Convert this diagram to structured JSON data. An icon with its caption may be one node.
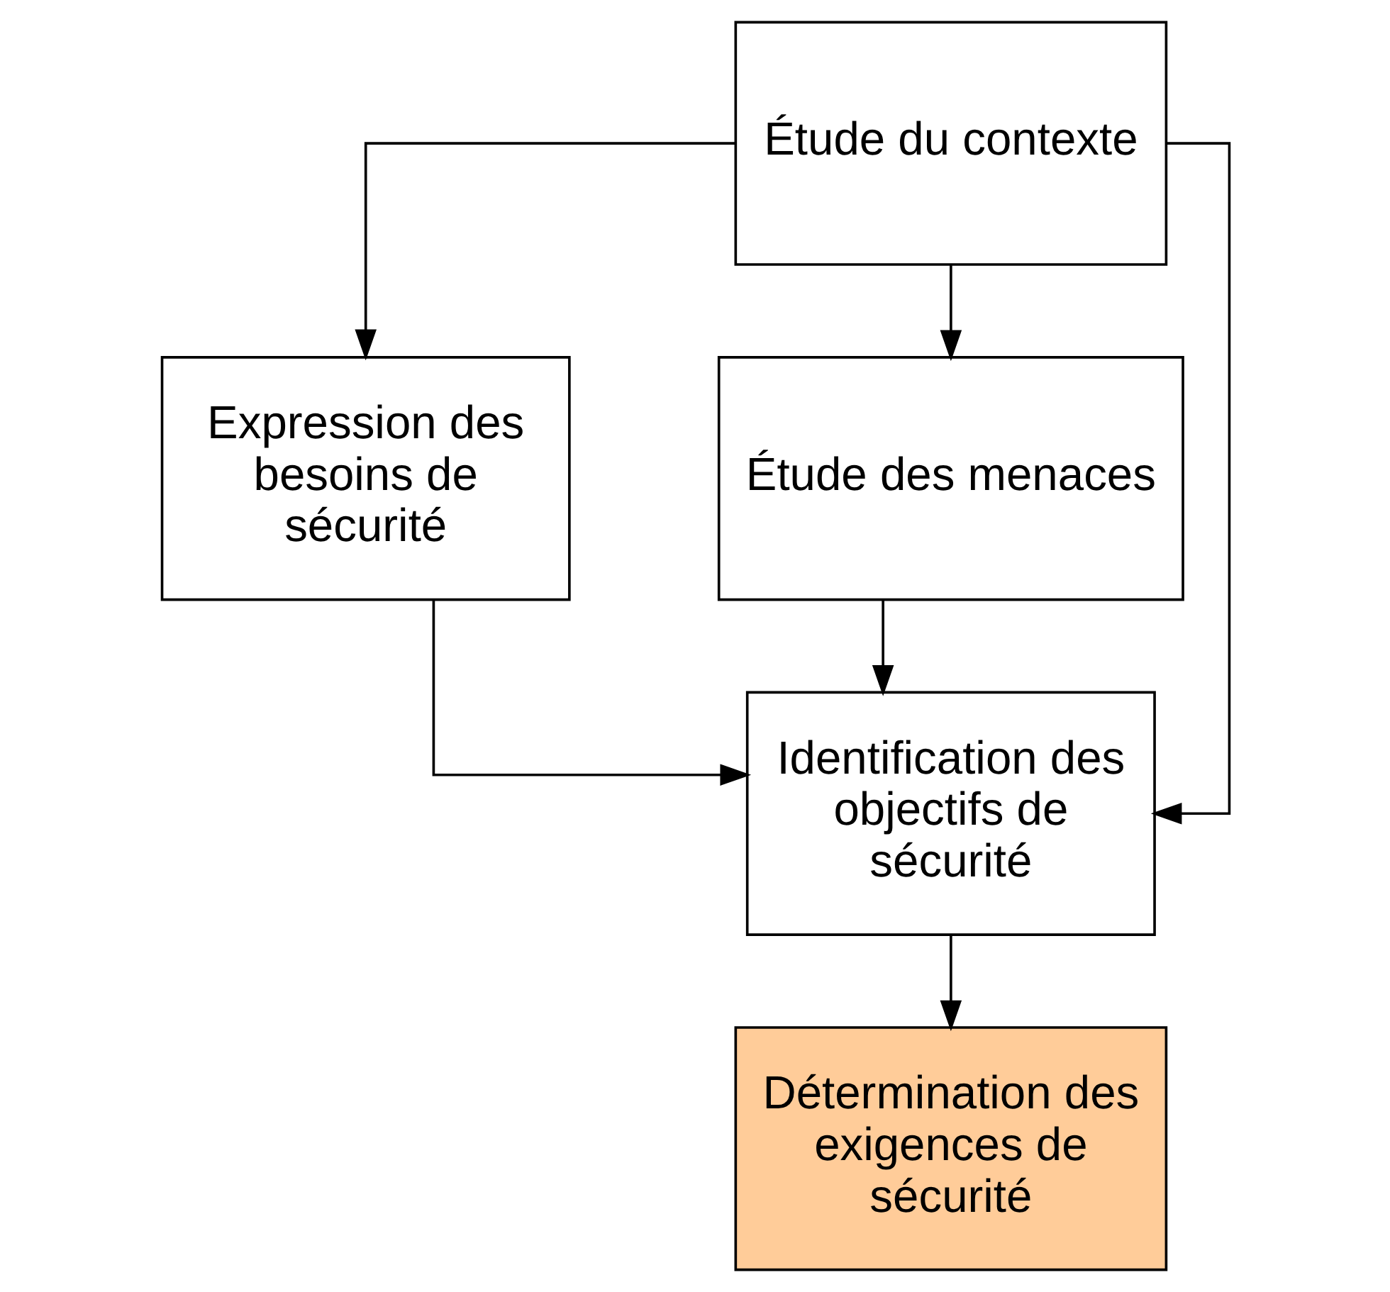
{
  "diagram": {
    "nodes": [
      {
        "text": [
          "Étude du contexte"
        ]
      },
      {
        "text": [
          "Expression des besoins de sécurité"
        ]
      },
      {
        "text": [
          "Étude des menaces"
        ]
      },
      {
        "text": [
          "Identification des objectifs de sécurité"
        ]
      },
      {
        "text": [
          "Détermination des exigences de sécurité"
        ]
      }
    ],
    "edges": [
      {
        "from": 0,
        "to": 1,
        "arrow": "to"
      },
      {
        "from": 0,
        "to": 3,
        "arrow": "to"
      },
      {
        "from": 0,
        "to": 2,
        "arrow": "to"
      },
      {
        "from": 1,
        "to": 3,
        "arrow": "to"
      },
      {
        "from": 2,
        "to": 3,
        "arrow": "to"
      },
      {
        "from": 3,
        "to": 4,
        "arrow": "to"
      }
    ]
  }
}
